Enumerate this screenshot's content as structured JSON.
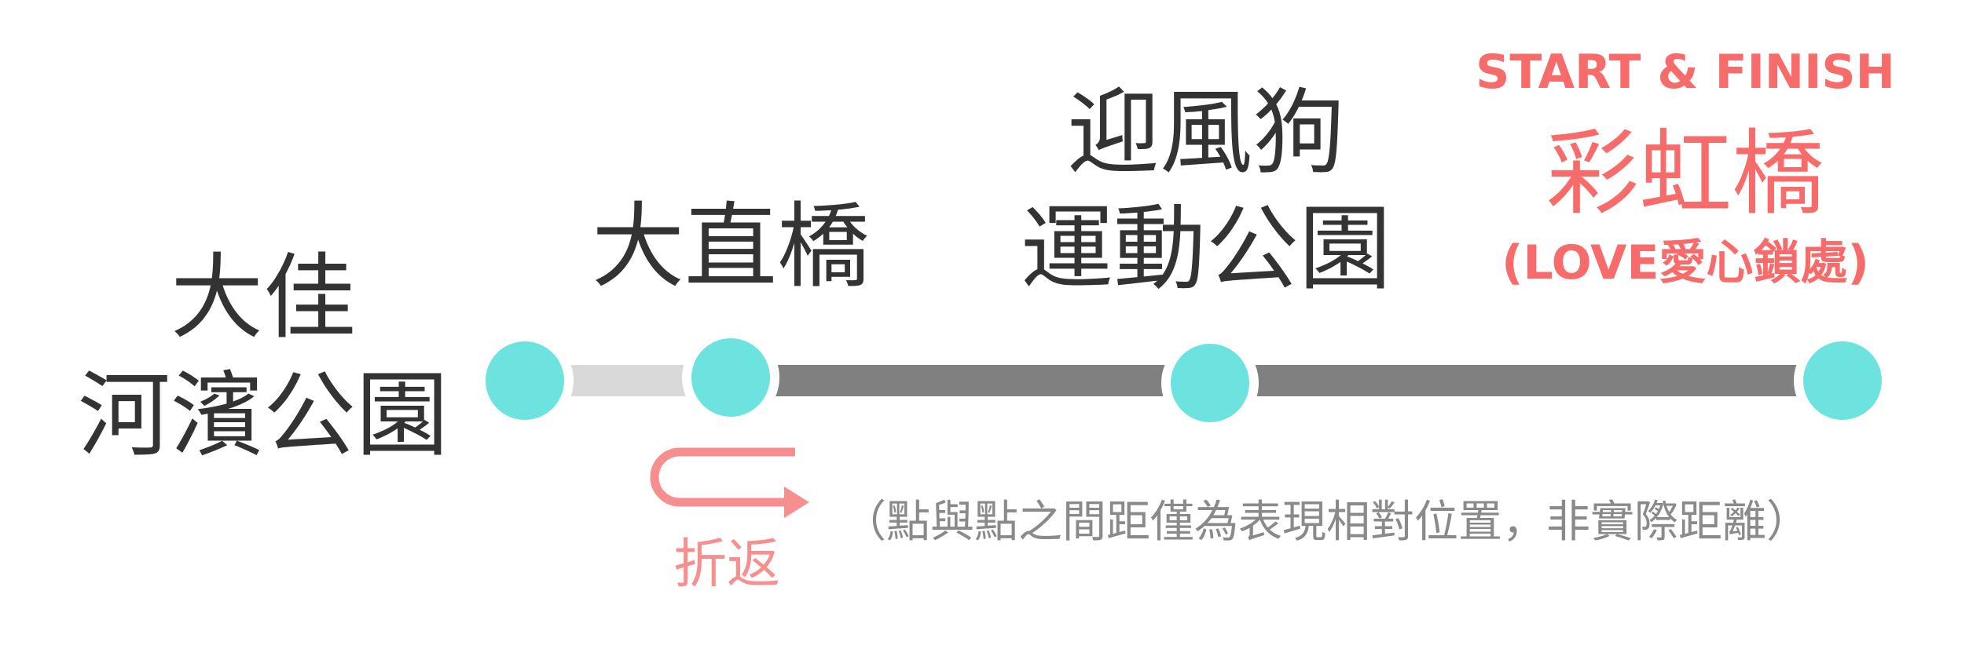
{
  "colors": {
    "station_fill": "#6ce3df",
    "segment_light": "#d9d9d9",
    "segment_dark": "#808080",
    "accent": "#f86b6b",
    "turn_arrow": "#f88f8f",
    "label": "#333333",
    "note": "#8a8a8a"
  },
  "stations": [
    {
      "id": "dajia",
      "lines": [
        "大佳",
        "河濱公園"
      ]
    },
    {
      "id": "dazhi",
      "lines": [
        "大直橋"
      ]
    },
    {
      "id": "yingfeng",
      "lines": [
        "迎風狗",
        "運動公園"
      ]
    },
    {
      "id": "rainbow",
      "tag": "START & FINISH",
      "lines": [
        "彩虹橋"
      ],
      "sub": "(LOVE愛心鎖處)"
    }
  ],
  "turnaround": {
    "label": "折返",
    "icon": "u-turn-arrow-icon"
  },
  "note": "（點與點之間距僅為表現相對位置，非實際距離）"
}
